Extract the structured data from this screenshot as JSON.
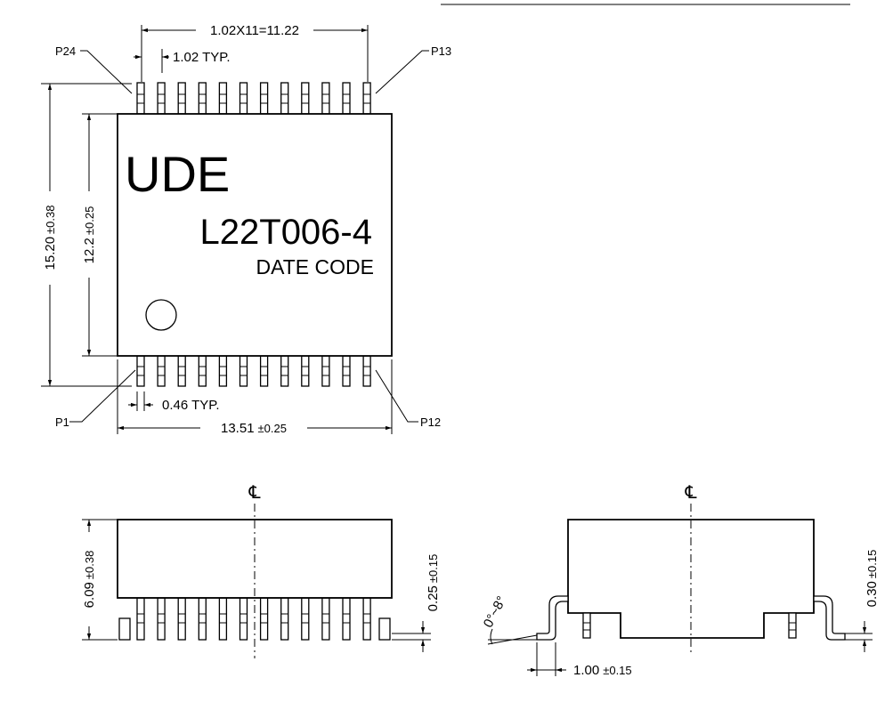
{
  "top_view": {
    "brand": "UDE",
    "part_number": "L22T006-4",
    "date_code": "DATE CODE",
    "pin_labels": {
      "p24": "P24",
      "p13": "P13",
      "p1": "P1",
      "p12": "P12"
    },
    "dims": {
      "pitch_total": "1.02X11=11.22",
      "pitch_typ": "1.02 TYP.",
      "overall_height_value": "15.20",
      "overall_height_tol": "±0.38",
      "body_height_value": "12.2",
      "body_height_tol": "±0.25",
      "lead_width_typ": "0.46 TYP.",
      "overall_width_value": "13.51",
      "overall_width_tol": "±0.25"
    }
  },
  "front_view": {
    "centerline_symbol": "℄",
    "dims": {
      "height_value": "6.09",
      "height_tol": "±0.38",
      "standoff_value": "0.25",
      "standoff_tol": "±0.15"
    }
  },
  "side_view": {
    "centerline_symbol": "℄",
    "dims": {
      "angle": "0°~8°",
      "lead_thickness_value": "0.30",
      "lead_thickness_tol": "±0.15",
      "foot_length_value": "1.00",
      "foot_length_tol": "±0.15"
    }
  }
}
